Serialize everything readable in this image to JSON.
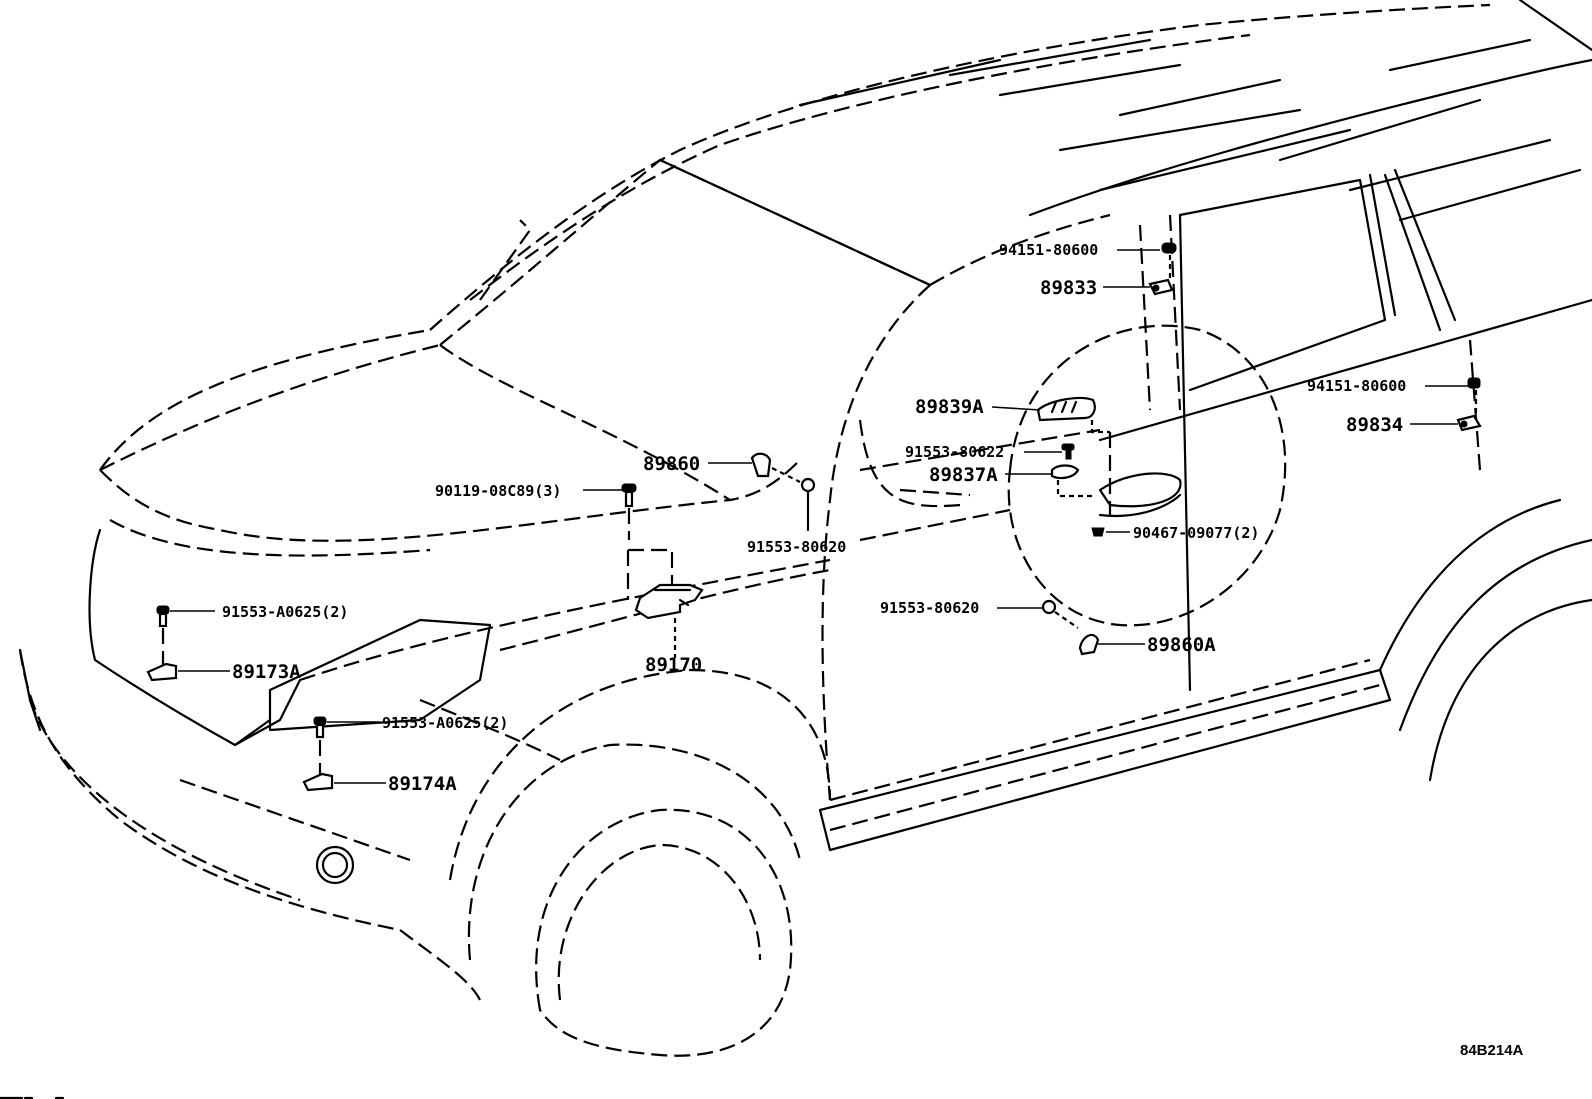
{
  "diagram": {
    "title": "Vehicle body sensor / airbag sensor parts diagram",
    "reference_code": "84B214A",
    "callouts": [
      {
        "id": "c1",
        "part_number": "94151-80600",
        "label_size": "small"
      },
      {
        "id": "c2",
        "part_number": "89833",
        "label_size": "large"
      },
      {
        "id": "c3",
        "part_number": "94151-80600",
        "label_size": "small"
      },
      {
        "id": "c4",
        "part_number": "89834",
        "label_size": "large"
      },
      {
        "id": "c5",
        "part_number": "89839A",
        "label_size": "large"
      },
      {
        "id": "c6",
        "part_number": "91553-80622",
        "label_size": "small"
      },
      {
        "id": "c7",
        "part_number": "89837A",
        "label_size": "large"
      },
      {
        "id": "c8",
        "part_number": "89860",
        "label_size": "large"
      },
      {
        "id": "c9",
        "part_number": "90119-08C89(3)",
        "label_size": "small"
      },
      {
        "id": "c10",
        "part_number": "91553-80620",
        "label_size": "small"
      },
      {
        "id": "c11",
        "part_number": "90467-09077(2)",
        "label_size": "small"
      },
      {
        "id": "c12",
        "part_number": "91553-A0625(2)",
        "label_size": "small"
      },
      {
        "id": "c13",
        "part_number": "89173A",
        "label_size": "large"
      },
      {
        "id": "c14",
        "part_number": "89170",
        "label_size": "large"
      },
      {
        "id": "c15",
        "part_number": "91553-80620",
        "label_size": "small"
      },
      {
        "id": "c16",
        "part_number": "89860A",
        "label_size": "large"
      },
      {
        "id": "c17",
        "part_number": "91553-A0625(2)",
        "label_size": "small"
      },
      {
        "id": "c18",
        "part_number": "89174A",
        "label_size": "large"
      }
    ]
  }
}
